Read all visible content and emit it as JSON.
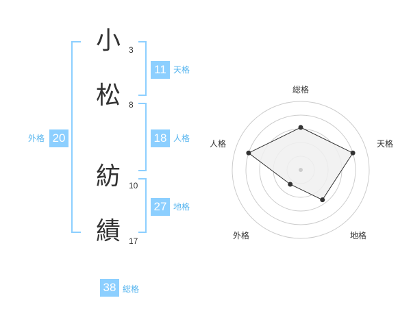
{
  "name": {
    "chars": [
      {
        "char": "小",
        "strokes": "3"
      },
      {
        "char": "松",
        "strokes": "8"
      },
      {
        "char": "紡",
        "strokes": "10"
      },
      {
        "char": "績",
        "strokes": "17"
      }
    ]
  },
  "fortunes": {
    "tenkaku": {
      "value": "11",
      "label": "天格"
    },
    "jinkaku": {
      "value": "18",
      "label": "人格"
    },
    "chikaku": {
      "value": "27",
      "label": "地格"
    },
    "gaikaku": {
      "value": "20",
      "label": "外格"
    },
    "soukaku": {
      "value": "38",
      "label": "総格"
    }
  },
  "radar": {
    "axes": [
      "総格",
      "天格",
      "地格",
      "外格",
      "人格"
    ],
    "levels": [
      0.62,
      0.8,
      0.54,
      0.26,
      0.8
    ],
    "colors": {
      "fill": "#f0f0f0",
      "grid": "#cccccc",
      "line": "#333333",
      "point": "#333333"
    }
  },
  "colors": {
    "accent": "#8ccfff",
    "accent_text": "#54b4ef"
  }
}
